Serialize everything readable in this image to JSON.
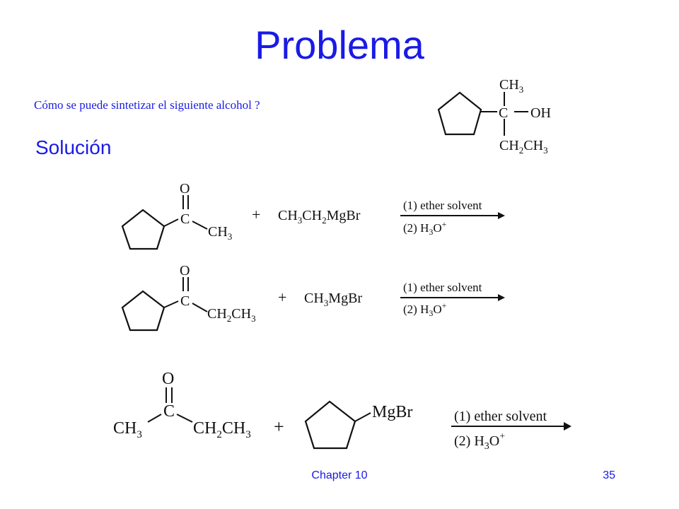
{
  "slide": {
    "title": "Problema",
    "question": "Cómo se puede sintetizar el siguiente alcohol ?",
    "solution_heading": "Solución",
    "footer_chapter": "Chapter 10",
    "footer_page": "35"
  },
  "target": {
    "ch3": "CH3",
    "c": "C",
    "oh": "OH",
    "ch2ch3": "CH2CH3"
  },
  "reactions": [
    {
      "ketone_o": "O",
      "ketone_c": "C",
      "ketone_sub": "CH3",
      "plus": "+",
      "grignard": "CH3CH2MgBr",
      "step1": "(1) ether solvent",
      "step2": "(2) H3O+"
    },
    {
      "ketone_o": "O",
      "ketone_c": "C",
      "ketone_sub": "CH2CH3",
      "plus": "+",
      "grignard": "CH3MgBr",
      "step1": "(1) ether solvent",
      "step2": "(2) H3O+"
    },
    {
      "ketone_o": "O",
      "ketone_c": "C",
      "ketone_left": "CH3",
      "ketone_right": "CH2CH3",
      "plus": "+",
      "grignard": "MgBr",
      "step1": "(1) ether solvent",
      "step2": "(2) H3O+"
    }
  ]
}
